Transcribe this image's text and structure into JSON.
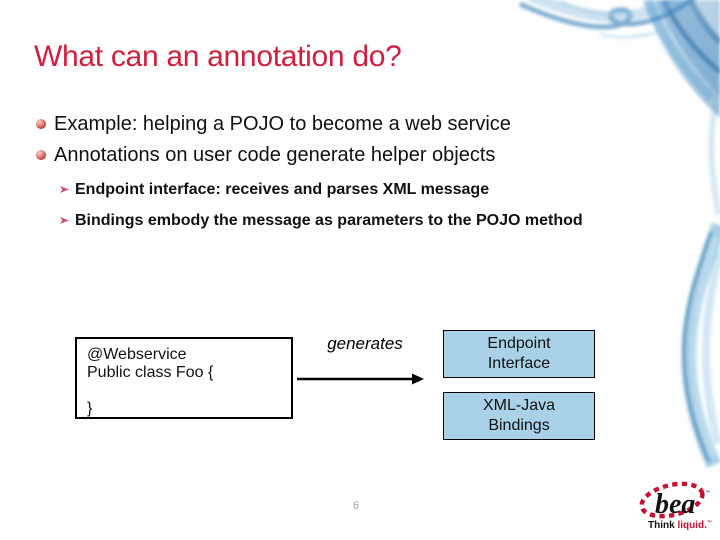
{
  "slide": {
    "title": "What can an annotation do?",
    "page_number": "6"
  },
  "bullets": {
    "level1": [
      {
        "text": "Example: helping a POJO to become a web service"
      },
      {
        "text": "Annotations on user code generate helper objects"
      }
    ],
    "level2": [
      {
        "text": "Endpoint interface: receives and parses XML message"
      },
      {
        "text": "Bindings embody the message as parameters to the POJO method"
      }
    ]
  },
  "diagram": {
    "code_box": {
      "lines": [
        "@Webservice",
        "Public class Foo {",
        "",
        "}"
      ]
    },
    "arrow_label": "generates",
    "output_boxes": [
      {
        "line1": "Endpoint",
        "line2": "Interface"
      },
      {
        "line1": "XML-Java",
        "line2": "Bindings"
      }
    ]
  },
  "logo": {
    "brand": "bea",
    "trademark": "™",
    "tagline_black": "Think ",
    "tagline_red": "liquid.",
    "tagline_trademark": "™"
  },
  "colors": {
    "title_red": "#CE1F3E",
    "output_box_blue": "#A9D2E8",
    "swirl_blue": "#4A8EC2",
    "logo_red": "#C41230",
    "bullet_sphere_red": "#B03A30",
    "sub_bullet_arrow_pink": "#CC5A6E",
    "page_number_gray": "#A0A0A0"
  }
}
